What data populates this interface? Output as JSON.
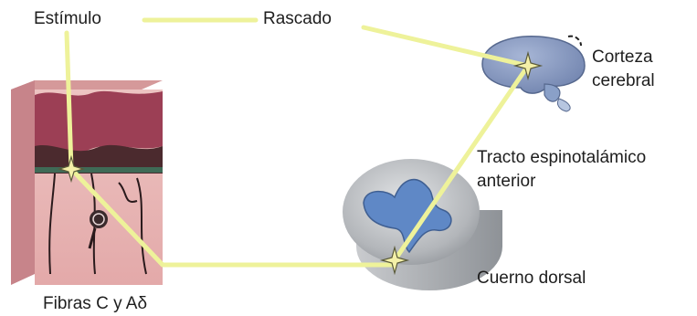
{
  "labels": {
    "stimulus": "Estímulo",
    "scratch": "Rascado",
    "cortex_line1": "Corteza",
    "cortex_line2": "cerebral",
    "tract_line1": "Tracto espinotalámico",
    "tract_line2": "anterior",
    "dorsal_horn": "Cuerno dorsal",
    "fibers": "Fibras C y Aδ"
  },
  "colors": {
    "pathway": "#eef29a",
    "star": "#f4f0a8",
    "skin_face": "#e9b7b5",
    "skin_top": "#c9868a",
    "skin_side": "#b06a72",
    "cortex": "#7f93bd",
    "gray_matter": "#5f88c6",
    "spinal_cord": "#b9bcc0"
  }
}
